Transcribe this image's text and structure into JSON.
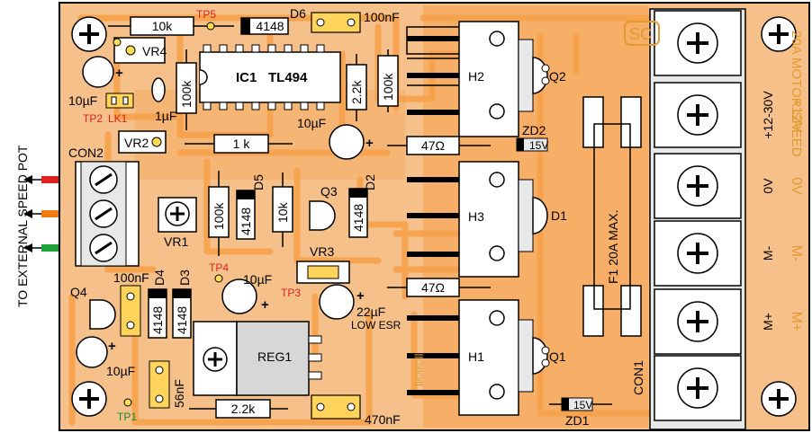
{
  "side_label": "TO EXTERNAL SPEED POT",
  "brand": {
    "logo_text": "SC",
    "title": "20A MOTOR SPEED",
    "mirrored": "ll©ll©ll"
  },
  "components": {
    "r_10k_top": "10k",
    "d6": "D6",
    "d6_part": "4148",
    "c_100nF_top": "100nF",
    "tp5": "TP5",
    "vr4": "VR4",
    "ic1_name": "IC1",
    "ic1_part": "TL494",
    "r_100k_left": "100k",
    "r_2k2_top": "2.2k",
    "r_100k_right": "100k",
    "c_10uF_left": "10µF",
    "c_1uF": "1µF",
    "lk1": "LK1",
    "tp2": "TP2",
    "c_10uF_mid": "10µF",
    "r_1k": "1 k",
    "vr2": "VR2",
    "con2": "CON2",
    "h2": "H2",
    "q2": "Q2",
    "r_47_top": "47Ω",
    "zd2": "ZD2",
    "zd2_part": "15V",
    "d5": "D5",
    "d5_part": "4148",
    "r_100k_mid": "100k",
    "r_10k_mid": "10k",
    "q3": "Q3",
    "d2": "D2",
    "d2_part": "4148",
    "h3": "H3",
    "d1": "D1",
    "vr1": "VR1",
    "vr3": "VR3",
    "tp4": "TP4",
    "tp3": "TP3",
    "r_47_bot": "47Ω",
    "c_100nF_left": "100nF",
    "d4": "D4",
    "d3": "D3",
    "d4_part": "4148",
    "d3_part": "4148",
    "c_10uF_reg": "10µF",
    "c_22uF": "22µF",
    "low_esr": "LOW ESR",
    "q4": "Q4",
    "reg1": "REG1",
    "h1": "H1",
    "q1": "Q1",
    "c_10uF_bot": "10µF",
    "c_56nF": "56nF",
    "r_2k2_bot": "2.2k",
    "c_470nF": "470nF",
    "tp1": "TP1",
    "zd1": "ZD1",
    "zd1_part": "15V",
    "con1": "CON1",
    "fuse": "F1 20A MAX."
  },
  "terminals": [
    {
      "label": "+12-30V",
      "silk": "+12V"
    },
    {
      "label": "0V",
      "silk": "0V"
    },
    {
      "label": "M-",
      "silk": "M-"
    },
    {
      "label": "M+",
      "silk": "M+"
    }
  ],
  "wire_colors": [
    "#e0201a",
    "#f07c10",
    "#1ea33a"
  ],
  "board_color": "#f5c08a",
  "track_color": "#f7a14a"
}
